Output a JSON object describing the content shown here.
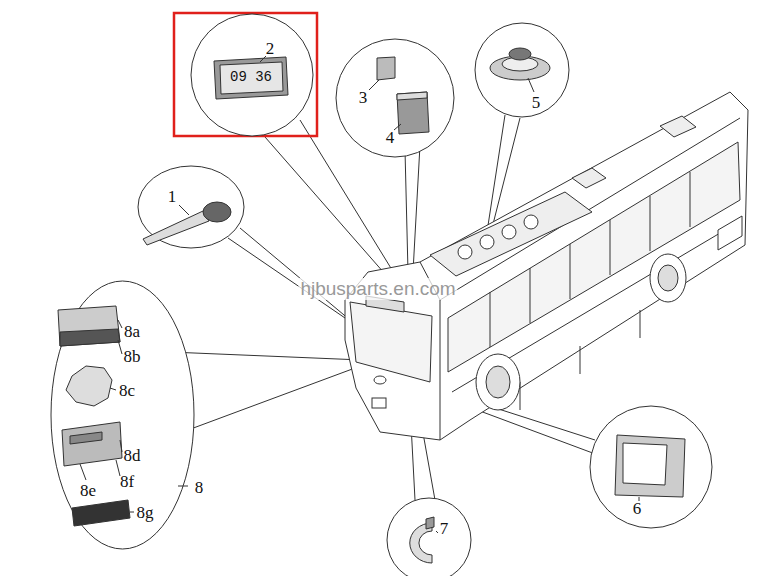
{
  "diagram": {
    "nodes": [
      {
        "text": [
          "2",
          "09 36"
        ]
      },
      {
        "text": [
          "3",
          "4"
        ]
      },
      {
        "text": [
          "5"
        ]
      },
      {
        "text": [
          "1"
        ]
      },
      {
        "text": [
          "8a",
          "8b",
          "8c",
          "8d",
          "8f",
          "8e",
          "8g",
          "8"
        ]
      },
      {
        "text": [
          "6"
        ]
      },
      {
        "text": [
          "7"
        ]
      }
    ],
    "labels": [
      "hjbusparts.en.com"
    ]
  }
}
